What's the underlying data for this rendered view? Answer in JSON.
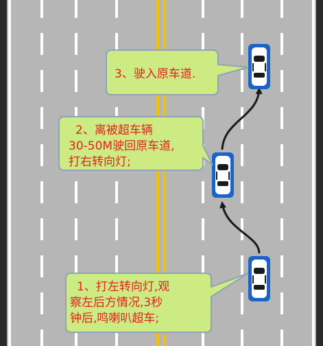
{
  "colors": {
    "road": "#b6b6b6",
    "road_edge": "#2a2a2a",
    "lane_marking": "#ffffff",
    "center_line": "#f2c200",
    "car_frame": "#1b63c9",
    "car_body": "#ffffff",
    "car_glass": "#1a1a1a",
    "path_arrow": "#1a1a1a",
    "callout_fill": "#cdeb83",
    "callout_stroke": "#8ea3b5",
    "callout_text": "#e02020"
  },
  "icons": {
    "vehicle": "top-down-car-icon",
    "path": "curved-arrow-icon"
  },
  "steps": [
    {
      "id": "step-1",
      "lines": [
        "1、打左转向灯,观",
        "察左后方情况,3秒",
        "钟后,鸣喇叭超车;"
      ]
    },
    {
      "id": "step-2",
      "lines": [
        "2、离被超车辆",
        "30-50M驶回原车道,",
        "打右转向灯;"
      ]
    },
    {
      "id": "step-3",
      "lines": [
        "3、驶入原车道."
      ]
    }
  ]
}
